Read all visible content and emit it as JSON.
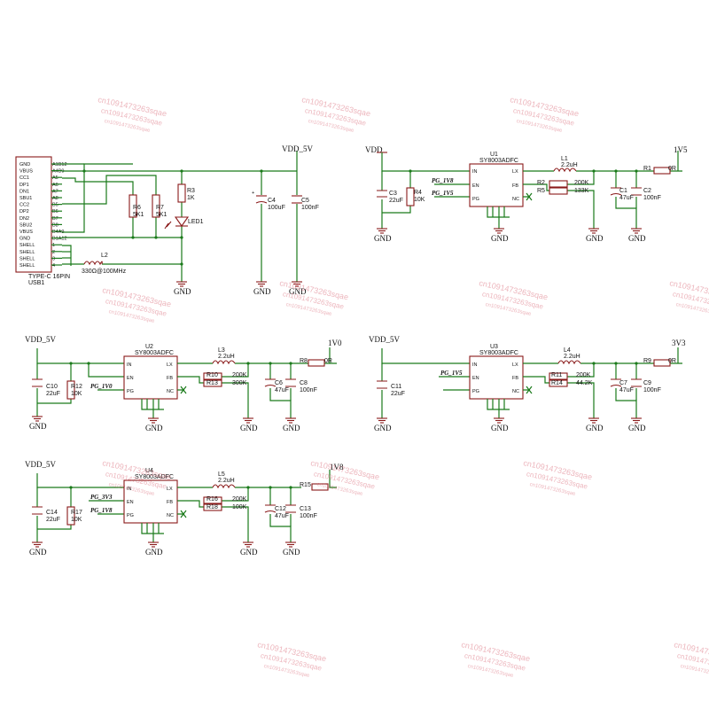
{
  "watermark": {
    "text": "cn1091473263sqae",
    "subtext": "cn1091473263sqae"
  },
  "usb": {
    "pins": [
      "GND",
      "VBUS",
      "CC1",
      "DP1",
      "DN1",
      "SBU1",
      "CC2",
      "DP2",
      "DN2",
      "SBU2",
      "VBUS",
      "GND",
      "SHELL",
      "SHELL",
      "SHELL",
      "SHELL"
    ],
    "pin_nums": [
      "A1B12",
      "A4B9",
      "A5",
      "A6",
      "A7",
      "A8",
      "B5",
      "B6",
      "B7",
      "B8",
      "B4A9",
      "B1A12",
      "1",
      "2",
      "3",
      "4"
    ],
    "type_label": "TYPE-C 16PIN",
    "ref": "USB1"
  },
  "power": {
    "vdd5v": "VDD_5V",
    "vdd": "VDD",
    "gnd": "GND",
    "rail_1v5": "1V5",
    "rail_1v0": "1V0",
    "rail_3v3": "3V3",
    "rail_1v8": "1V8"
  },
  "nets": {
    "pg_1v8": "PG_1V8",
    "pg_1v5": "PG_1V5",
    "pg_1v0": "PG_1V0",
    "pg_3v3": "PG_3V3"
  },
  "ic": {
    "part": "SY8003ADFC",
    "pin_in": "IN",
    "pin_en": "EN",
    "pin_pg": "PG",
    "pin_lx": "LX",
    "pin_fb": "FB",
    "pin_nc": "NC",
    "u1": "U1",
    "u2": "U2",
    "u3": "U3",
    "u4": "U4"
  },
  "parts": {
    "r6": "R6",
    "r6v": "5K1",
    "r7": "R7",
    "r7v": "5K1",
    "r3": "R3",
    "r3v": "1K",
    "led1": "LED1",
    "l2": "L2",
    "l2v": "330Ω@100MHz",
    "c4": "C4",
    "c4v": "100uF",
    "c5": "C5",
    "c5v": "100nF",
    "c3": "C3",
    "c3v": "22uF",
    "r4": "R4",
    "r4v": "10K",
    "l1": "L1",
    "l1v": "2.2uH",
    "r2": "R2",
    "r2v": "200K",
    "r5": "R5",
    "r5v": "133K",
    "c1": "C1",
    "c1v": "47uF",
    "c2": "C2",
    "c2v": "100nF",
    "r1": "R1",
    "r1v": "0R",
    "c10": "C10",
    "c10v": "22uF",
    "r12": "R12",
    "r12v": "10K",
    "l3": "L3",
    "l3v": "2.2uH",
    "r10": "R10",
    "r10v": "200K",
    "r13": "R13",
    "r13v": "300K",
    "c6": "C6",
    "c6v": "47uF",
    "c8": "C8",
    "c8v": "100nF",
    "r8": "R8",
    "r8v": "0R",
    "c11": "C11",
    "c11v": "22uF",
    "l4": "L4",
    "l4v": "2.2uH",
    "r11": "R11",
    "r11v": "200K",
    "r14": "R14",
    "r14v": "44.2K",
    "c7": "C7",
    "c7v": "47uF",
    "c9": "C9",
    "c9v": "100nF",
    "r9": "R9",
    "r9v": "0R",
    "c14": "C14",
    "c14v": "22uF",
    "r17": "R17",
    "r17v": "10K",
    "l5": "L5",
    "l5v": "2.2uH",
    "r16": "R16",
    "r16v": "200K",
    "r18": "R18",
    "r18v": "100K",
    "c12": "C12",
    "c12v": "47uF",
    "c13": "C13",
    "c13v": "100nF",
    "r15": "R15"
  }
}
